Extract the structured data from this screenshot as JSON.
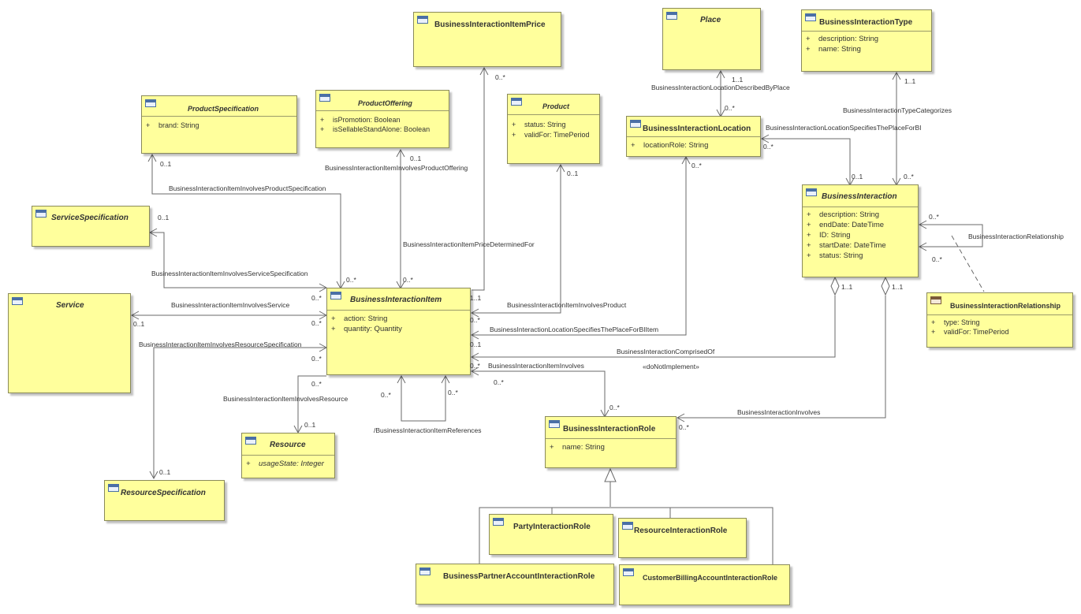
{
  "classes": {
    "bi_item_price": {
      "name": "BusinessInteractionItemPrice",
      "attrs": []
    },
    "place": {
      "name": "Place",
      "attrs": []
    },
    "bi_type": {
      "name": "BusinessInteractionType",
      "attrs": [
        {
          "vis": "+",
          "text": "description: String"
        },
        {
          "vis": "+",
          "text": "name: String"
        }
      ]
    },
    "product_specification": {
      "name": "ProductSpecification",
      "attrs": [
        {
          "vis": "+",
          "text": "brand: String"
        }
      ]
    },
    "product_offering": {
      "name": "ProductOffering",
      "attrs": [
        {
          "vis": "+",
          "text": "isPromotion: Boolean"
        },
        {
          "vis": "+",
          "text": "isSellableStandAlone: Boolean"
        }
      ]
    },
    "product": {
      "name": "Product",
      "attrs": [
        {
          "vis": "+",
          "text": "status: String"
        },
        {
          "vis": "+",
          "text": "validFor: TimePeriod"
        }
      ]
    },
    "bi_location": {
      "name": "BusinessInteractionLocation",
      "attrs": [
        {
          "vis": "+",
          "text": "locationRole: String"
        }
      ]
    },
    "service_specification": {
      "name": "ServiceSpecification",
      "attrs": []
    },
    "bi": {
      "name": "BusinessInteraction",
      "attrs": [
        {
          "vis": "+",
          "text": "description: String"
        },
        {
          "vis": "+",
          "text": "endDate: DateTime"
        },
        {
          "vis": "+",
          "text": "ID: String"
        },
        {
          "vis": "+",
          "text": "startDate: DateTime"
        },
        {
          "vis": "+",
          "text": "status: String"
        }
      ]
    },
    "service": {
      "name": "Service",
      "attrs": []
    },
    "bi_item": {
      "name": "BusinessInteractionItem",
      "attrs": [
        {
          "vis": "+",
          "text": "action: String"
        },
        {
          "vis": "+",
          "text": "quantity: Quantity"
        }
      ]
    },
    "bi_relationship": {
      "name": "BusinessInteractionRelationship",
      "attrs": [
        {
          "vis": "+",
          "text": "type: String"
        },
        {
          "vis": "+",
          "text": "validFor: TimePeriod"
        }
      ]
    },
    "resource": {
      "name": "Resource",
      "attrs": [
        {
          "vis": "+",
          "text": "usageState: Integer"
        }
      ]
    },
    "resource_specification": {
      "name": "ResourceSpecification",
      "attrs": []
    },
    "bi_role": {
      "name": "BusinessInteractionRole",
      "attrs": [
        {
          "vis": "+",
          "text": "name: String"
        }
      ]
    },
    "party_role": {
      "name": "PartyInteractionRole",
      "attrs": []
    },
    "resource_role": {
      "name": "ResourceInteractionRole",
      "attrs": []
    },
    "bp_account_role": {
      "name": "BusinessPartnerAccountInteractionRole",
      "attrs": []
    },
    "cb_account_role": {
      "name": "CustomerBillingAccountInteractionRole",
      "attrs": []
    }
  },
  "associations": {
    "location_described_by_place": "BusinessInteractionLocationDescribedByPlace",
    "type_categorizes": "BusinessInteractionTypeCategorizes",
    "location_specifies_place_for_bi": "BusinessInteractionLocationSpecifiesThePlaceForBI",
    "item_involves_product_offering": "BusinessInteractionItemInvolvesProductOffering",
    "item_involves_product_specification": "BusinessInteractionItemInvolvesProductSpecification",
    "relationship": "BusinessInteractionRelationship",
    "item_price_determined_for": "BusinessInteractionItemPriceDeterminedFor",
    "item_involves_service_specification": "BusinessInteractionItemInvolvesServiceSpecification",
    "item_involves_service": "BusinessInteractionItemInvolvesService",
    "item_involves_product": "BusinessInteractionItemInvolvesProduct",
    "location_specifies_place_for_bi_item": "BusinessInteractionLocationSpecifiesThePlaceForBIItem",
    "item_involves_resource_specification": "BusinessInteractionItemInvolvesResourceSpecification",
    "comprised_of": "BusinessInteractionComprisedOf",
    "stereotype_do_not_implement": "«doNotImplement»",
    "item_involves": "BusinessInteractionItemInvolves",
    "item_involves_resource": "BusinessInteractionItemInvolvesResource",
    "item_references": "/BusinessInteractionItemReferences",
    "bi_involves": "BusinessInteractionInvolves"
  },
  "multiplicities": {
    "price_end": "0..*",
    "place_end": "1..1",
    "location_place_end": "0..*",
    "type_end": "1..1",
    "location_bi_end": "0..*",
    "offering_end": "0..1",
    "prodspec_end": "0..1",
    "product_end": "0..1",
    "location_item_end": "0..*",
    "bi_location_end": "0..1",
    "bi_type_end": "0..*",
    "rel_top": "0..*",
    "rel_bottom": "0..*",
    "servspec_end": "0..1",
    "item_prodspec": "0..*",
    "item_offering": "0..*",
    "item_servspec": "0..*",
    "item_price": "1..1",
    "item_service": "0..*",
    "service_end": "0..1",
    "item_product": "0..*",
    "item_location": "0..1",
    "item_resspec": "0..*",
    "item_involves_a": "0..*",
    "comprised_agg": "1..1",
    "involves_agg": "1..1",
    "item_resource": "0..*",
    "resource_end": "0..1",
    "ref_left": "0..*",
    "ref_right": "0..*",
    "item_involves_b": "0..*",
    "role_end_a": "0..*",
    "role_end_b": "0..*",
    "resspec_end": "0..1"
  }
}
